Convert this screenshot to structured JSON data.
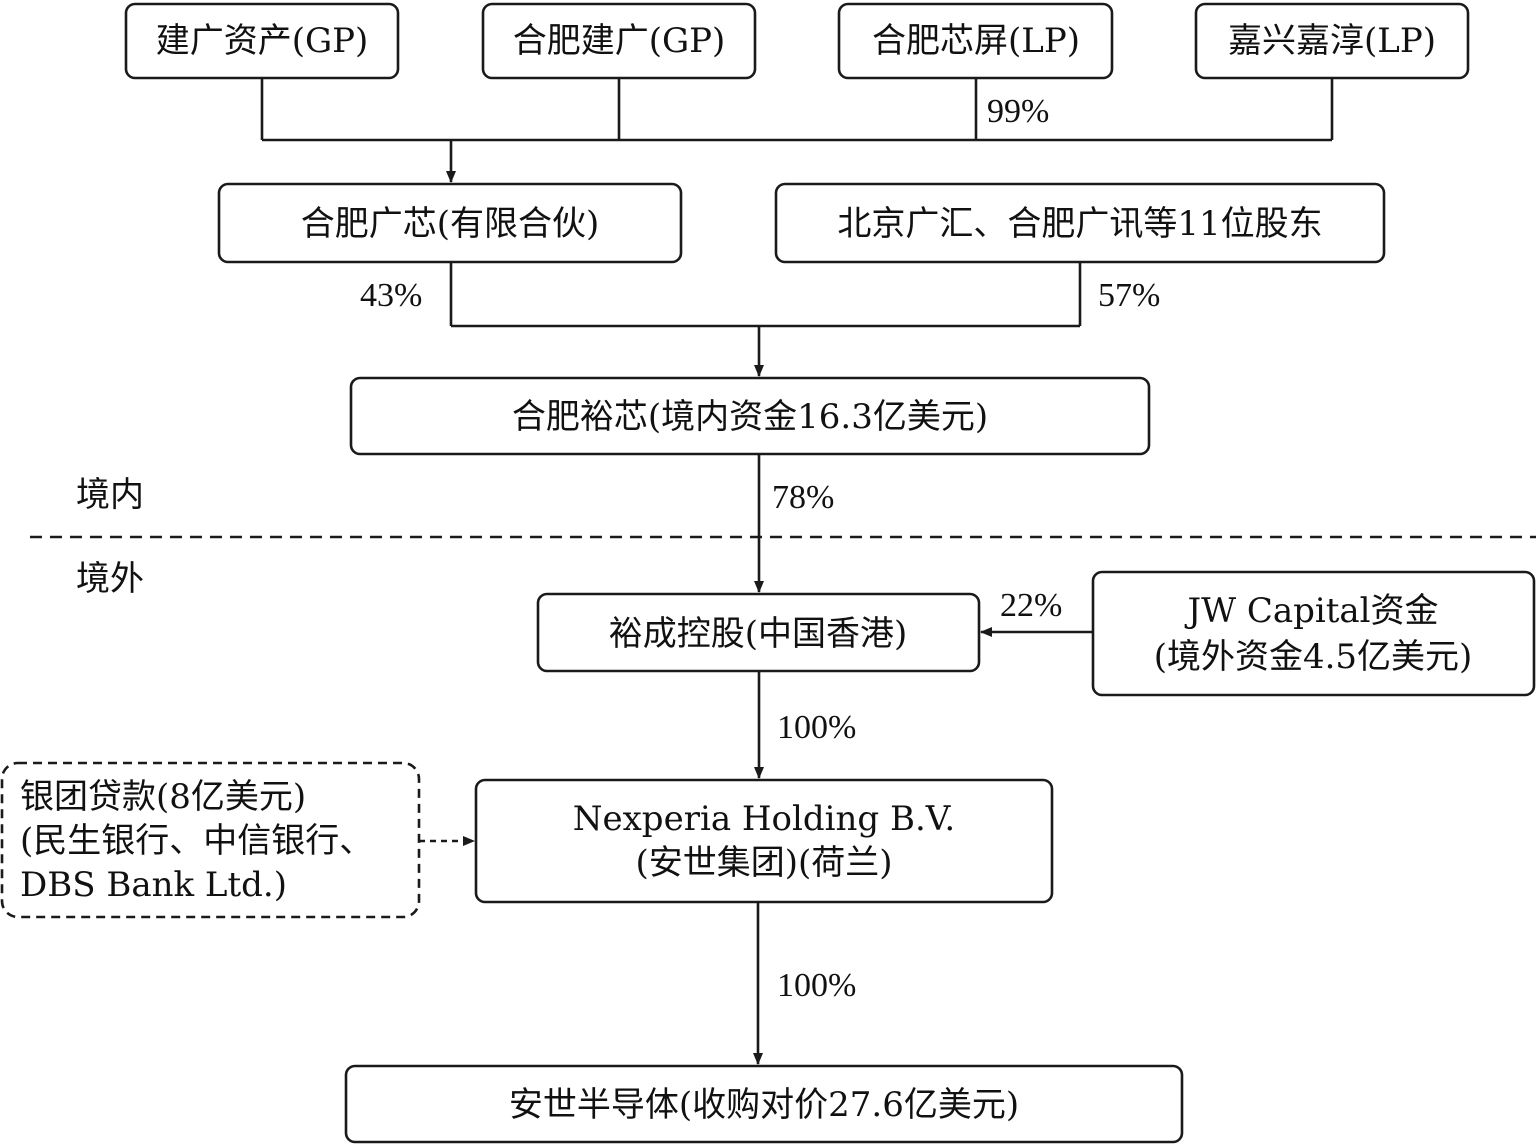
{
  "nodes": {
    "jianguang_assets": "建广资产(GP)",
    "hefei_jianguang": "合肥建广(GP)",
    "hefei_xinping": "合肥芯屏(LP)",
    "jiaxing_jiachun": "嘉兴嘉淳(LP)",
    "hefei_guangxin": "合肥广芯(有限合伙)",
    "other_shareholders": "北京广汇、合肥广讯等11位股东",
    "hefei_yuxin": "合肥裕芯(境内资金16.3亿美元)",
    "yucheng_holding": "裕成控股(中国香港)",
    "jw_capital_line1": "JW Capital资金",
    "jw_capital_line2": "(境外资金4.5亿美元)",
    "bank_loan_line1": "银团贷款(8亿美元)",
    "bank_loan_line2": "(民生银行、中信银行、",
    "bank_loan_line3": "DBS Bank Ltd.)",
    "nexperia_line1": "Nexperia Holding B.V.",
    "nexperia_line2": "(安世集团)(荷兰)",
    "anshi_semiconductor": "安世半导体(收购对价27.6亿美元)"
  },
  "percentages": {
    "xinping_stake": "99%",
    "guangxin_stake": "43%",
    "others_stake": "57%",
    "yuxin_stake": "78%",
    "jw_stake": "22%",
    "yucheng_to_nexperia": "100%",
    "nexperia_to_anshi": "100%"
  },
  "regions": {
    "domestic": "境内",
    "overseas": "境外"
  }
}
